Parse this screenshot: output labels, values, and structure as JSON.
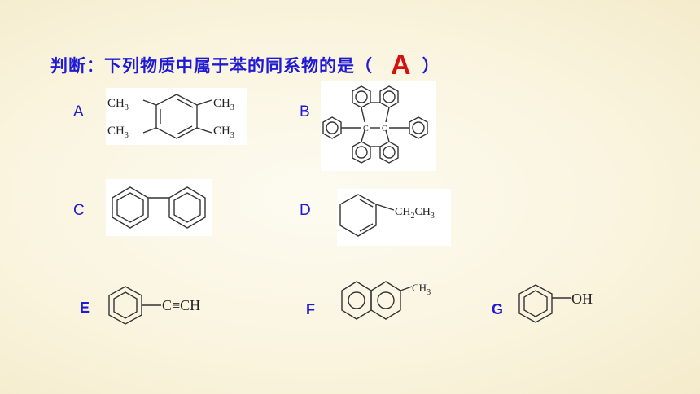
{
  "question": {
    "text": "判断：下列物质中属于苯的同系物的是（",
    "answer": "A",
    "close": "）"
  },
  "options": [
    {
      "label": "A",
      "groups": [
        "CH3",
        "CH3",
        "CH3",
        "CH3"
      ]
    },
    {
      "label": "B",
      "groups": [
        "C",
        "C"
      ]
    },
    {
      "label": "C",
      "groups": []
    },
    {
      "label": "D",
      "groups": [
        "CH2CH3"
      ]
    },
    {
      "label": "E",
      "groups": [
        "C≡CH"
      ]
    },
    {
      "label": "F",
      "groups": [
        "CH3"
      ]
    },
    {
      "label": "G",
      "groups": [
        "OH"
      ]
    }
  ]
}
